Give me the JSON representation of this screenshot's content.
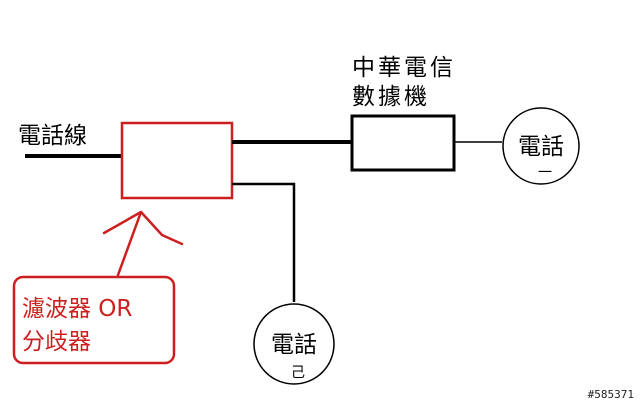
{
  "labels": {
    "phone_line": "電話線",
    "modem_line1": "中華電信",
    "modem_line2": "數據機",
    "filter_line1": "濾波器 OR",
    "filter_line2": "分歧器",
    "phone1_main": "電話",
    "phone1_sub": "一",
    "phone2_main": "電話",
    "phone2_sub": "己"
  },
  "watermark": "#585371",
  "colors": {
    "line": "#000000",
    "accent": "#cc1f1f"
  }
}
